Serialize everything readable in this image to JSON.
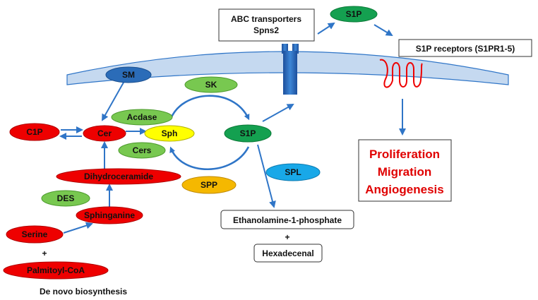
{
  "colors": {
    "red": "#ee0000",
    "green": "#78c850",
    "dark_green": "#14a050",
    "blue": "#2b6cb8",
    "light_blue": "#18a8e8",
    "yellow": "#ffff00",
    "orange": "#f5b800",
    "membrane": "#c5d9f0",
    "arrow": "#2f75c7",
    "outcome": "#e00000"
  },
  "nodes": {
    "sm": "SM",
    "sk": "SK",
    "acdase": "Acdase",
    "c1p": "C1P",
    "cer": "Cer",
    "sph": "Sph",
    "s1p_inner": "S1P",
    "cers": "Cers",
    "dihydroceramide": "Dihydroceramide",
    "spp": "SPP",
    "spl": "SPL",
    "des": "DES",
    "sphinganine": "Sphinganine",
    "serine": "Serine",
    "palmitoyl_coa": "Palmitoyl-CoA",
    "s1p_outer": "S1P"
  },
  "boxes": {
    "transporter_line1": "ABC transporters",
    "transporter_line2": "Spns2",
    "receptors": "S1P receptors (S1PR1-5)",
    "outcome_line1": "Proliferation",
    "outcome_line2": "Migration",
    "outcome_line3": "Angiogenesis",
    "ethanolamine": "Ethanolamine-1-phosphate",
    "hexadecenal": "Hexadecenal"
  },
  "plus_sign_1": "+",
  "plus_sign_2": "+",
  "caption": "De novo biosynthesis",
  "icons": {
    "transporter": "membrane-transporter-icon",
    "receptor": "seven-transmembrane-receptor-icon"
  }
}
